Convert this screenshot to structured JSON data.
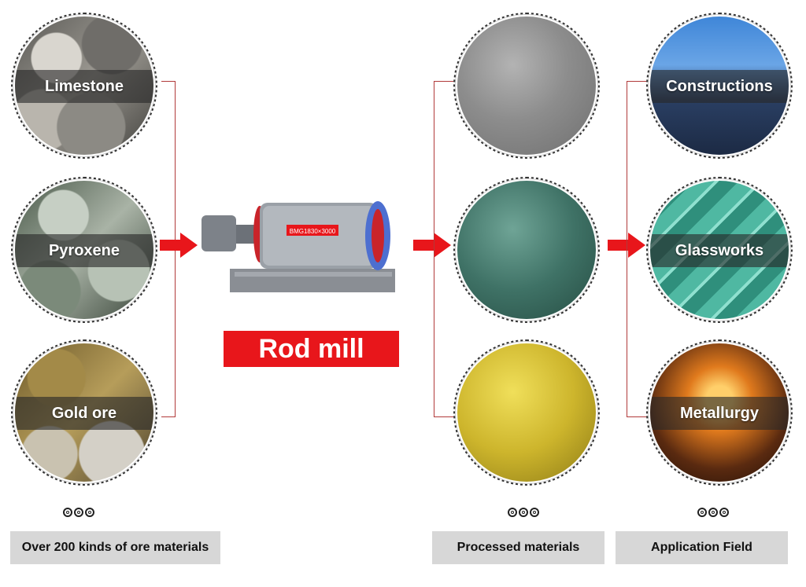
{
  "left_group": {
    "items": [
      {
        "label": "Limestone",
        "texture": "limestone"
      },
      {
        "label": "Pyroxene",
        "texture": "pyroxene"
      },
      {
        "label": "Gold ore",
        "texture": "gold-ore"
      }
    ],
    "caption": "Over 200 kinds of ore materials"
  },
  "center": {
    "title": "Rod mill",
    "machine_plate": "BMG1830×3000"
  },
  "processed_group": {
    "caption": "Processed materials",
    "items": [
      {
        "texture": "grey-powder"
      },
      {
        "texture": "green-powder"
      },
      {
        "texture": "gold-powder"
      }
    ]
  },
  "application_group": {
    "items": [
      {
        "label": "Constructions",
        "texture": "construction"
      },
      {
        "label": "Glassworks",
        "texture": "glass"
      },
      {
        "label": "Metallurgy",
        "texture": "metallurgy"
      }
    ],
    "caption": "Application Field"
  },
  "colors": {
    "accent_red": "#e8161b",
    "connector": "#b13a3a",
    "caption_bg": "#d7d7d7"
  },
  "icons": [
    "dotted-ring-icon",
    "arrow-right-icon",
    "triple-circle-icon"
  ]
}
